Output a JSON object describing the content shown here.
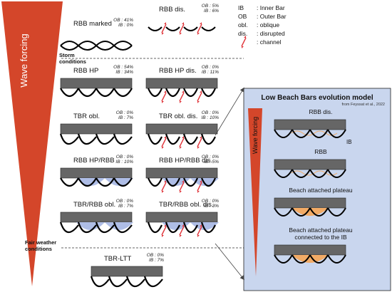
{
  "left_axis_label": "Wave forcing",
  "storm_conditions": "Storm\nconditions",
  "fair_conditions": "Fair weather\nconditions",
  "panels": [
    {
      "id": "rbb-marked",
      "label": "RBB marked",
      "ob": "OB : 41%",
      "ib": "IB : 0%"
    },
    {
      "id": "rbb-dis",
      "label": "RBB dis.",
      "ob": "OB : 5%",
      "ib": "IB : 6%"
    },
    {
      "id": "rbb-hp",
      "label": "RBB HP",
      "ob": "OB : 54%",
      "ib": "IB : 34%"
    },
    {
      "id": "rbb-hp-dis",
      "label": "RBB HP dis.",
      "ob": "OB : 0%",
      "ib": "IB : 11%"
    },
    {
      "id": "tbr-obl",
      "label": "TBR obl.",
      "ob": "OB : 0%",
      "ib": "IB : 7%"
    },
    {
      "id": "tbr-obl-dis",
      "label": "TBR obl. dis.",
      "ob": "OB : 0%",
      "ib": "IB : 10%"
    },
    {
      "id": "rbb-hp-rbb",
      "label": "RBB HP/RBB",
      "ob": "OB : 0%",
      "ib": "IB : 10%"
    },
    {
      "id": "rbb-hp-rbb-dis",
      "label": "RBB HP/RBB dis.",
      "ob": "OB : 0%",
      "ib": "IB : 5%"
    },
    {
      "id": "tbr-rbb-obl",
      "label": "TBR/RBB obl.",
      "ob": "OB : 0%",
      "ib": "IB : 7%"
    },
    {
      "id": "tbr-rbb-obl-dis",
      "label": "TBR/RBB obl. dis.",
      "ob": "OB : 0%",
      "ib": "IB : 3%"
    },
    {
      "id": "tbr-ltt",
      "label": "TBR-LTT",
      "ob": "OB : 0%",
      "ib": "IB : 7%"
    }
  ],
  "legend": [
    {
      "abbr": "IB",
      "desc": ": Inner Bar"
    },
    {
      "abbr": "OB",
      "desc": ": Outer Bar"
    },
    {
      "abbr": "obl.",
      "desc": ": oblique"
    },
    {
      "abbr": "dis.",
      "desc": ": disrupted"
    },
    {
      "abbr": "",
      "desc": ": channel"
    }
  ],
  "inset": {
    "title": "Low Beach Bars evolution model",
    "source": "from Feyssat et al., 2022",
    "axis_label": "Wave forcing",
    "ib_label": "IB",
    "stages": [
      "RBB dis.",
      "RBB",
      "Beach attached plateau",
      "Beach attached plateau\nconnected to the IB"
    ]
  },
  "colors": {
    "wedge": "#d4462a",
    "beach": "#666666",
    "bar_fill": "#aebde6",
    "inset_bg": "#c9d6ee",
    "channel": "#e0353a",
    "plateau": "#f2ab66"
  }
}
